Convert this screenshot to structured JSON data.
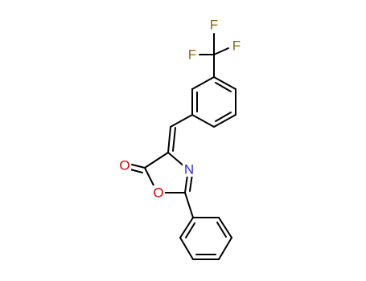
{
  "molecule": {
    "atoms": {
      "F1": {
        "symbol": "F",
        "color": "#8b6914"
      },
      "F2": {
        "symbol": "F",
        "color": "#8b6914"
      },
      "F3": {
        "symbol": "F",
        "color": "#8b6914"
      },
      "N": {
        "symbol": "N",
        "color": "#2b2bd9"
      },
      "O_carbonyl": {
        "symbol": "O",
        "color": "#e00000"
      },
      "O_ring": {
        "symbol": "O",
        "color": "#e00000"
      }
    },
    "bond_color": "#000000"
  }
}
